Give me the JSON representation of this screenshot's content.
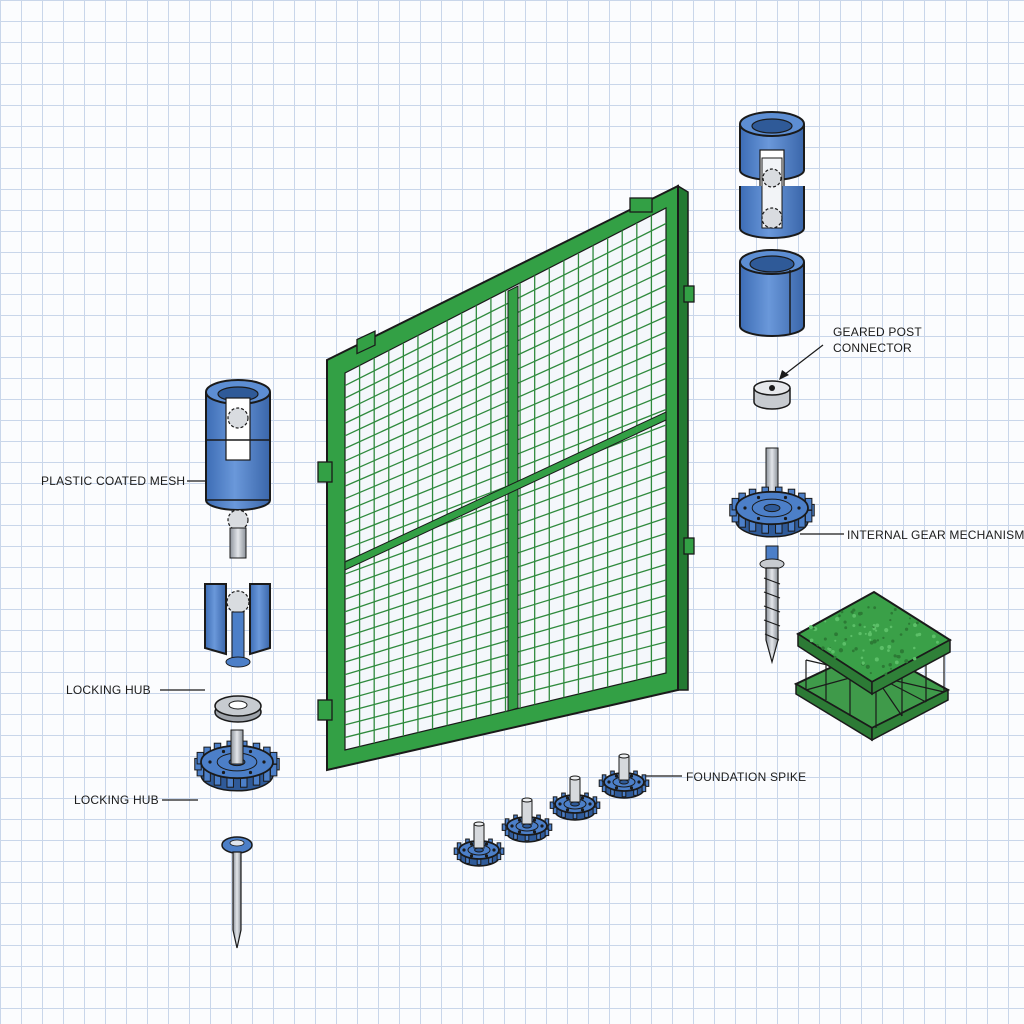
{
  "labels": {
    "plastic_coated_mesh": "PLASTIC COATED MESH",
    "locking_hub_1": "LOCKING HUB",
    "locking_hub_2": "Locking hub",
    "geared_post_connector_line1": "GEARED POST",
    "geared_post_connector_line2": "CONNECTOR",
    "internal_gear_mechanism": "INTERNAL GEAR MECHANISM",
    "foundation_spike": "FOUNDATION SPIKE"
  },
  "colors": {
    "mesh_green": "#33a045",
    "connector_blue": "#4c7fc8",
    "metal_grey": "#b9bec6",
    "turf_green": "#3f9a4a",
    "grid_line": "#c9d6ea",
    "outline": "#1a1a1a"
  }
}
